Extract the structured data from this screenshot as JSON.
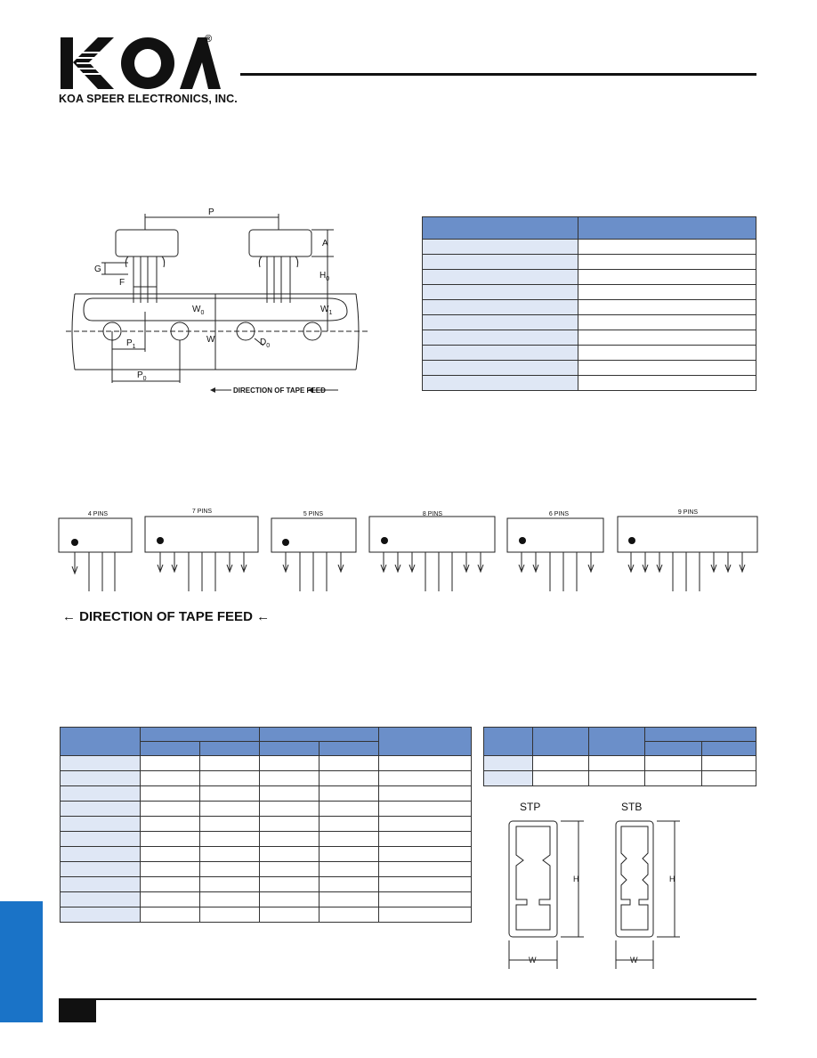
{
  "header": {
    "company_name": "KOA SPEER ELECTRONICS, INC.",
    "registered_mark": "®"
  },
  "logo": {
    "text": "KOA"
  },
  "tape_diagram": {
    "labels": {
      "p": "P",
      "a": "A",
      "g": "G",
      "h0": "H",
      "h0_sub": "0",
      "f": "F",
      "w0": "W",
      "w0_sub": "0",
      "w1": "W",
      "w1_sub": "1",
      "w": "W",
      "d0": "D",
      "d0_sub": "0",
      "p1": "P",
      "p1_sub": "1",
      "p0": "P",
      "p0_sub": "0",
      "feed": "DIRECTION OF TAPE FEED"
    }
  },
  "pin_configs": [
    {
      "label": "4 PINS"
    },
    {
      "label": "7 PINS"
    },
    {
      "label": "5 PINS"
    },
    {
      "label": "8 PINS"
    },
    {
      "label": "6 PINS"
    },
    {
      "label": "9 PINS"
    }
  ],
  "feed_direction": {
    "text": "← DIRECTION OF TAPE FEED ←"
  },
  "tube_diagrams": {
    "stp": "STP",
    "stb": "STB",
    "h": "H",
    "w": "W"
  },
  "colors": {
    "header_fill": "#6b8fc9",
    "label_fill": "#dfe7f5",
    "side_tab": "#1a73c7"
  }
}
